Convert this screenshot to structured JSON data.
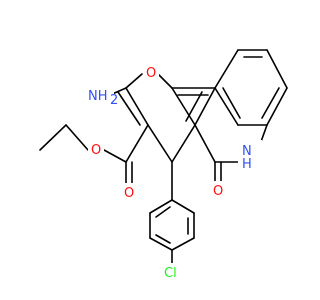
{
  "colors": {
    "background": "#ffffff",
    "bond": "#000000",
    "nitrogen": "#3050f8",
    "oxygen": "#ff0d0d",
    "chlorine": "#1ff01f"
  },
  "labels": {
    "amino": "NH",
    "amino_sub": "2",
    "ring_oxygen": "O",
    "ester_carbonyl_oxygen": "O",
    "ester_ether_oxygen": "O",
    "lactam_oxygen": "O",
    "lactam_nh": "N",
    "lactam_h": "H",
    "chlorine": "Cl"
  }
}
